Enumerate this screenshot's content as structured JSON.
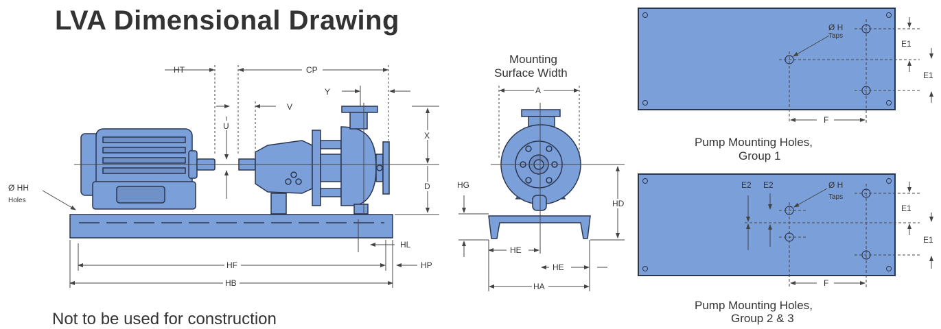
{
  "title": "LVA Dimensional Drawing",
  "note": "Not to be used for construction",
  "colors": {
    "fill": "#7b9fd8",
    "stroke": "#2a3550",
    "line": "#444444"
  },
  "side_view": {
    "dims": {
      "ht": "HT",
      "cp": "CP",
      "y": "Y",
      "v": "V",
      "u": "U",
      "x": "X",
      "d": "D",
      "hl": "HL",
      "hf": "HF",
      "hp": "HP",
      "hb": "HB"
    },
    "holes_label": "Ø HH",
    "holes_sub": "Holes"
  },
  "end_view": {
    "caption_line1": "Mounting",
    "caption_line2": "Surface Width",
    "dims": {
      "a": "A",
      "hg": "HG",
      "hd": "HD",
      "he": "HE",
      "ha": "HA"
    }
  },
  "plate1": {
    "tap_label": "Ø H",
    "tap_sub": "Taps",
    "dims": {
      "e1": "E1",
      "f": "F"
    },
    "caption_line1": "Pump Mounting Holes,",
    "caption_line2": "Group 1"
  },
  "plate2": {
    "tap_label": "Ø H",
    "tap_sub": "Taps",
    "dims": {
      "e1": "E1",
      "e2": "E2",
      "f": "F"
    },
    "caption_line1": "Pump Mounting Holes,",
    "caption_line2": "Group 2 & 3"
  }
}
